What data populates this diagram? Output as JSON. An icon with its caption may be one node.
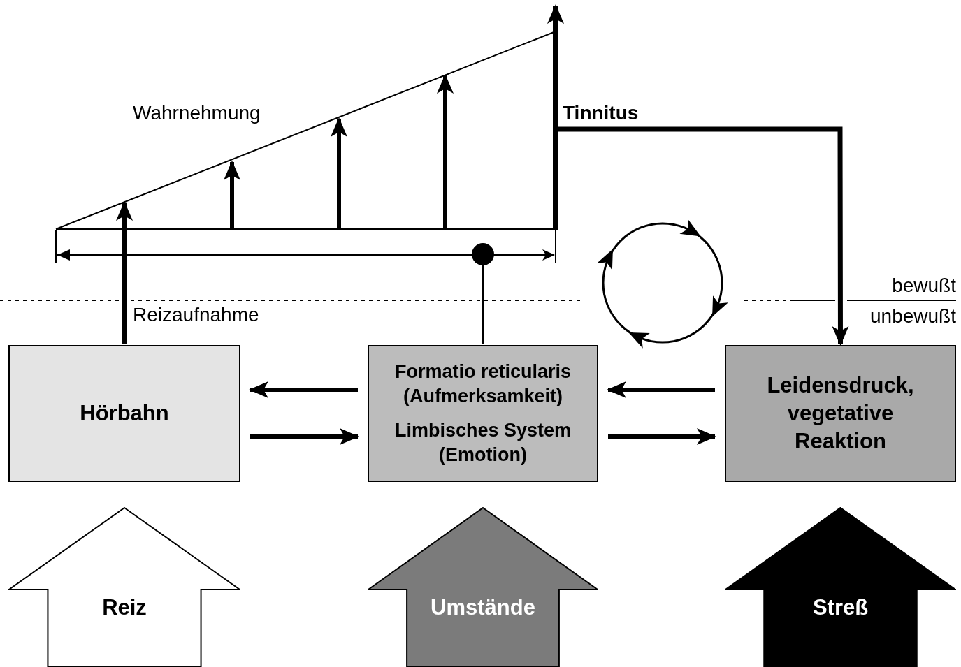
{
  "diagram": {
    "nodes": [
      {
        "text": [
          "Hörbahn"
        ]
      },
      {
        "text": [
          "Formatio reticularis (Aufmerksamkeit)",
          "Limbisches System (Emotion)"
        ]
      },
      {
        "text": [
          "Leidensdruck, vegetative Reaktion"
        ]
      },
      {
        "text": [
          "Reiz"
        ]
      },
      {
        "text": [
          "Umstände"
        ]
      },
      {
        "text": [
          "Streß"
        ]
      }
    ],
    "edges": [
      {
        "from": 0,
        "to": null,
        "arrow": "to"
      },
      {
        "from": 1,
        "to": null,
        "arrow": "other"
      },
      {
        "from": null,
        "to": 2,
        "arrow": "to"
      },
      {
        "from": 1,
        "to": 0,
        "arrow": "to"
      },
      {
        "from": 0,
        "to": 1,
        "arrow": "to"
      },
      {
        "from": 2,
        "to": 1,
        "arrow": "to"
      },
      {
        "from": 1,
        "to": 2,
        "arrow": "to"
      }
    ],
    "labels": [
      "Wahrnehmung",
      "Tinnitus",
      "bewußt",
      "Reizaufnahme",
      "unbewußt"
    ]
  }
}
